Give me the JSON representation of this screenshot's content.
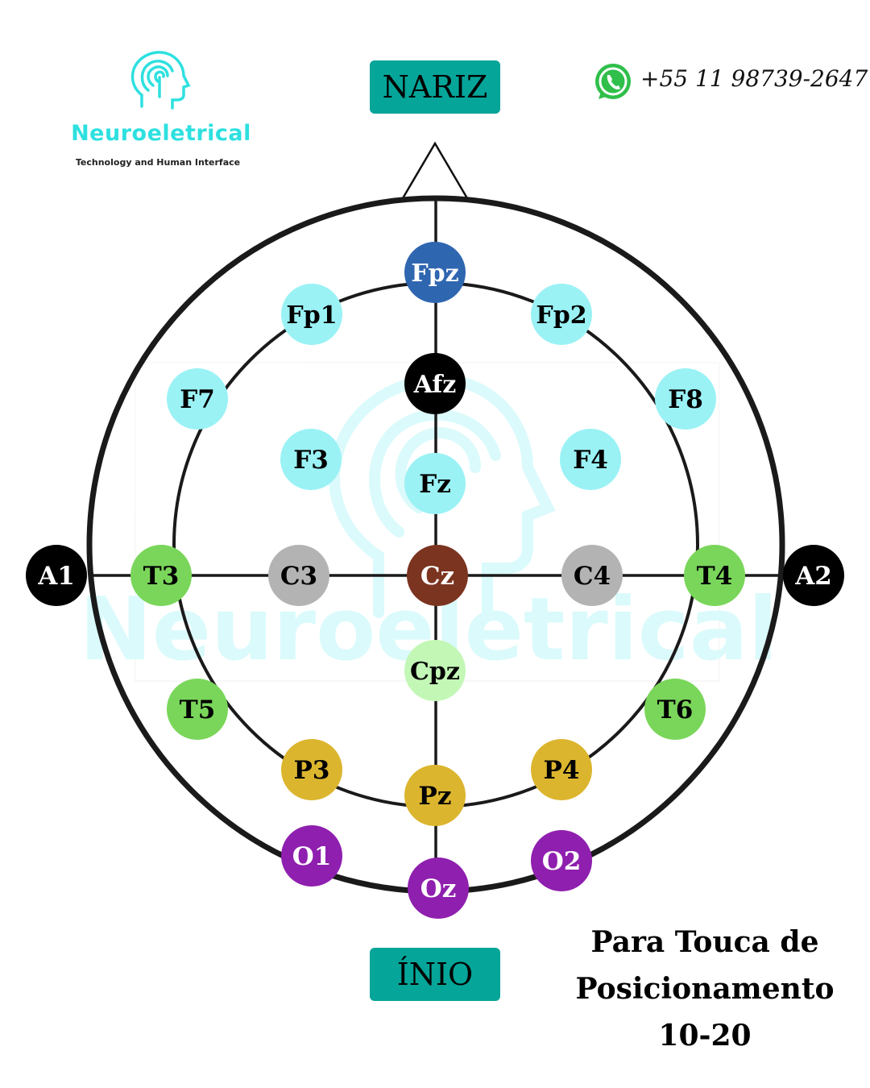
{
  "brand": {
    "name": "Neuroeletrical",
    "tagline": "Technology and Human Interface",
    "watermark": "Neuroeletrical",
    "color": "#2ee0e0"
  },
  "contact": {
    "phone": "+55 11 98739-2647",
    "icon": "whatsapp-icon",
    "icon_color": "#2fbf4a"
  },
  "labels": {
    "top": "NARIZ",
    "bottom": "ÍNIO",
    "badge_color": "#05a599"
  },
  "caption": [
    "Para Touca de",
    "Posicionamento",
    "10-20"
  ],
  "electrodes": [
    {
      "label": "Fpz",
      "color": "#2f66b0",
      "text_color": "#ffffff"
    },
    {
      "label": "Fp1",
      "color": "#9af2f5",
      "text_color": "#000000"
    },
    {
      "label": "Fp2",
      "color": "#9af2f5",
      "text_color": "#000000"
    },
    {
      "label": "Afz",
      "color": "#000000",
      "text_color": "#ffffff"
    },
    {
      "label": "F7",
      "color": "#9af2f5",
      "text_color": "#000000"
    },
    {
      "label": "F8",
      "color": "#9af2f5",
      "text_color": "#000000"
    },
    {
      "label": "F3",
      "color": "#9af2f5",
      "text_color": "#000000"
    },
    {
      "label": "F4",
      "color": "#9af2f5",
      "text_color": "#000000"
    },
    {
      "label": "Fz",
      "color": "#9af2f5",
      "text_color": "#000000"
    },
    {
      "label": "A1",
      "color": "#000000",
      "text_color": "#ffffff"
    },
    {
      "label": "T3",
      "color": "#7ad65a",
      "text_color": "#000000"
    },
    {
      "label": "C3",
      "color": "#b3b3b3",
      "text_color": "#000000"
    },
    {
      "label": "Cz",
      "color": "#7b3420",
      "text_color": "#ffffff"
    },
    {
      "label": "C4",
      "color": "#b3b3b3",
      "text_color": "#000000"
    },
    {
      "label": "T4",
      "color": "#7ad65a",
      "text_color": "#000000"
    },
    {
      "label": "A2",
      "color": "#000000",
      "text_color": "#ffffff"
    },
    {
      "label": "Cpz",
      "color": "#c3f7b6",
      "text_color": "#000000"
    },
    {
      "label": "T5",
      "color": "#7ad65a",
      "text_color": "#000000"
    },
    {
      "label": "T6",
      "color": "#7ad65a",
      "text_color": "#000000"
    },
    {
      "label": "P3",
      "color": "#dcb52f",
      "text_color": "#000000"
    },
    {
      "label": "P4",
      "color": "#dcb52f",
      "text_color": "#000000"
    },
    {
      "label": "Pz",
      "color": "#dcb52f",
      "text_color": "#000000"
    },
    {
      "label": "O1",
      "color": "#8f1fae",
      "text_color": "#ffffff"
    },
    {
      "label": "O2",
      "color": "#8f1fae",
      "text_color": "#ffffff"
    },
    {
      "label": "Oz",
      "color": "#8f1fae",
      "text_color": "#ffffff"
    }
  ]
}
